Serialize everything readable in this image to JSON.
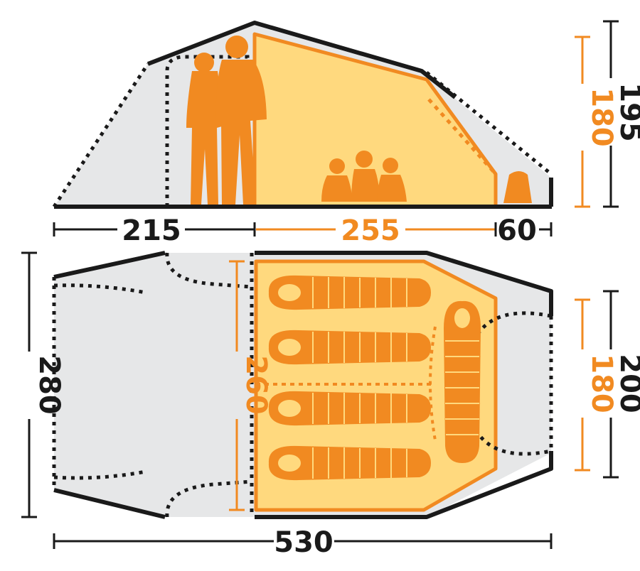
{
  "diagram": {
    "side_view": {
      "dimensions": {
        "vestibule_length": "215",
        "inner_length": "255",
        "rear_vestibule_length": "60",
        "inner_height": "180",
        "total_height": "195"
      }
    },
    "floor_plan": {
      "dimensions": {
        "total_length": "530",
        "total_width": "280",
        "inner_width": "260",
        "inner_end_width": "180",
        "rear_width": "200"
      }
    }
  },
  "colors": {
    "orange": "#f18a21",
    "inner_fill": "#ffd97e",
    "outer_fill": "#e6e7e8",
    "outline": "#1a1a1a"
  },
  "icons": {
    "adults": "adult-silhouette-icon",
    "children": "child-silhouette-icon",
    "backpack": "backpack-icon",
    "sleeping_bag": "sleeping-bag-icon"
  }
}
